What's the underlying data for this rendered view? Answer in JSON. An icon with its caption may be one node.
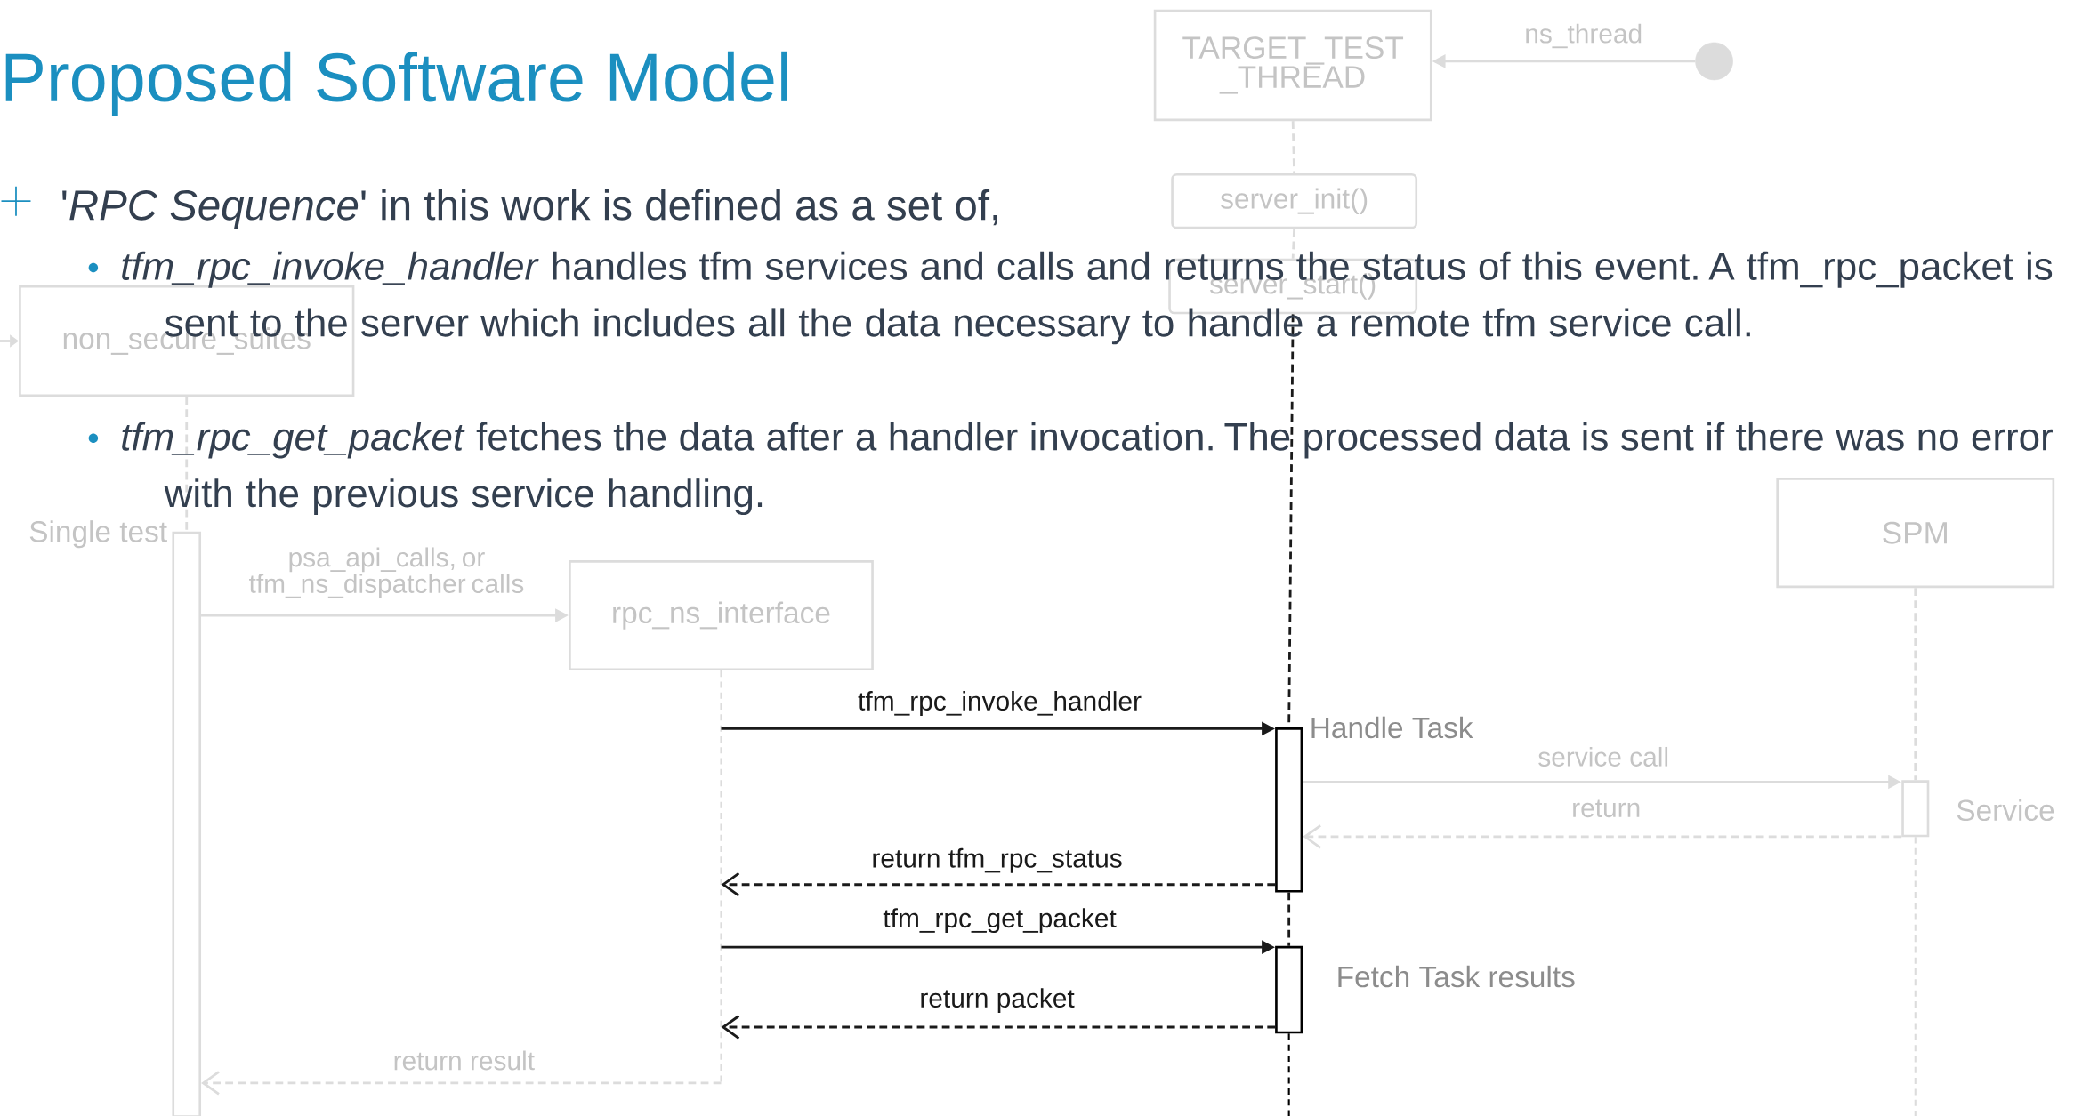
{
  "diagram": {
    "title": "Proposed Software Model",
    "nodes": [
      {
        "text": [
          "TARGET_TEST _THREAD"
        ]
      },
      {
        "text": [],
        "shape": "circle"
      },
      {
        "text": [
          "server_init()"
        ]
      },
      {
        "text": [
          "server_start()"
        ]
      },
      {
        "text": [
          "non_secure_suites"
        ]
      },
      {
        "text": [],
        "shape": "bar",
        "beside": [
          "Single test"
        ]
      },
      {
        "text": [
          "rpc_ns_interface"
        ]
      },
      {
        "text": [
          "SPM"
        ]
      },
      {
        "text": [],
        "shape": "bar",
        "beside": [
          "Handle Task"
        ]
      },
      {
        "text": [],
        "shape": "bar",
        "beside": [
          "Service"
        ]
      },
      {
        "text": [],
        "shape": "bar",
        "beside": [
          "Fetch Task results"
        ]
      }
    ],
    "edges": [
      {
        "from": 1,
        "to": 0,
        "arrow": "to",
        "label": "ns_thread"
      },
      {
        "from": null,
        "to": 4,
        "arrow": "to"
      },
      {
        "from": 0,
        "to": 2,
        "arrow": "none",
        "style": "dashed"
      },
      {
        "from": 2,
        "to": 3,
        "arrow": "none",
        "style": "dashed"
      },
      {
        "from": 3,
        "to": 8,
        "arrow": "none",
        "style": "dashed",
        "color": "#1a1a1a"
      },
      {
        "from": 8,
        "to": 10,
        "arrow": "none",
        "style": "dashed",
        "color": "#1a1a1a"
      },
      {
        "from": 4,
        "to": 5,
        "arrow": "none",
        "style": "dashed"
      },
      {
        "from": 7,
        "to": 9,
        "arrow": "none",
        "style": "dashed"
      },
      {
        "from": 5,
        "to": 6,
        "arrow": "to",
        "label": "psa_api_calls, or tfm_ns_dispatcher calls"
      },
      {
        "from": 6,
        "to": 8,
        "arrow": "to",
        "label": "tfm_rpc_invoke_handler",
        "color": "#1a1a1a"
      },
      {
        "from": 8,
        "to": 9,
        "arrow": "to",
        "label": "service call"
      },
      {
        "from": 9,
        "to": 8,
        "arrow": "to",
        "style": "dashed",
        "label": "return"
      },
      {
        "from": 8,
        "to": 6,
        "arrow": "to",
        "style": "dashed",
        "label": "return tfm_rpc_status",
        "color": "#1a1a1a"
      },
      {
        "from": 6,
        "to": 10,
        "arrow": "to",
        "label": "tfm_rpc_get_packet",
        "color": "#1a1a1a"
      },
      {
        "from": 10,
        "to": 6,
        "arrow": "to",
        "style": "dashed",
        "label": "return packet",
        "color": "#1a1a1a"
      },
      {
        "from": 6,
        "to": 5,
        "arrow": "to",
        "style": "dashed",
        "label": "return result"
      }
    ],
    "labels": [
      "'*RPC Sequence*' in this work is defined as a set of,",
      "*tfm_rpc_invoke_handler* handles tfm services and calls and returns the status of this event. A tfm_rpc_packet is sent to the server which includes all the data necessary to handle a remote tfm service call.",
      "*tfm_rpc_get_packet* fetches the data after a handler invocation. The processed data is sent if there was no error with the previous service handling."
    ]
  }
}
